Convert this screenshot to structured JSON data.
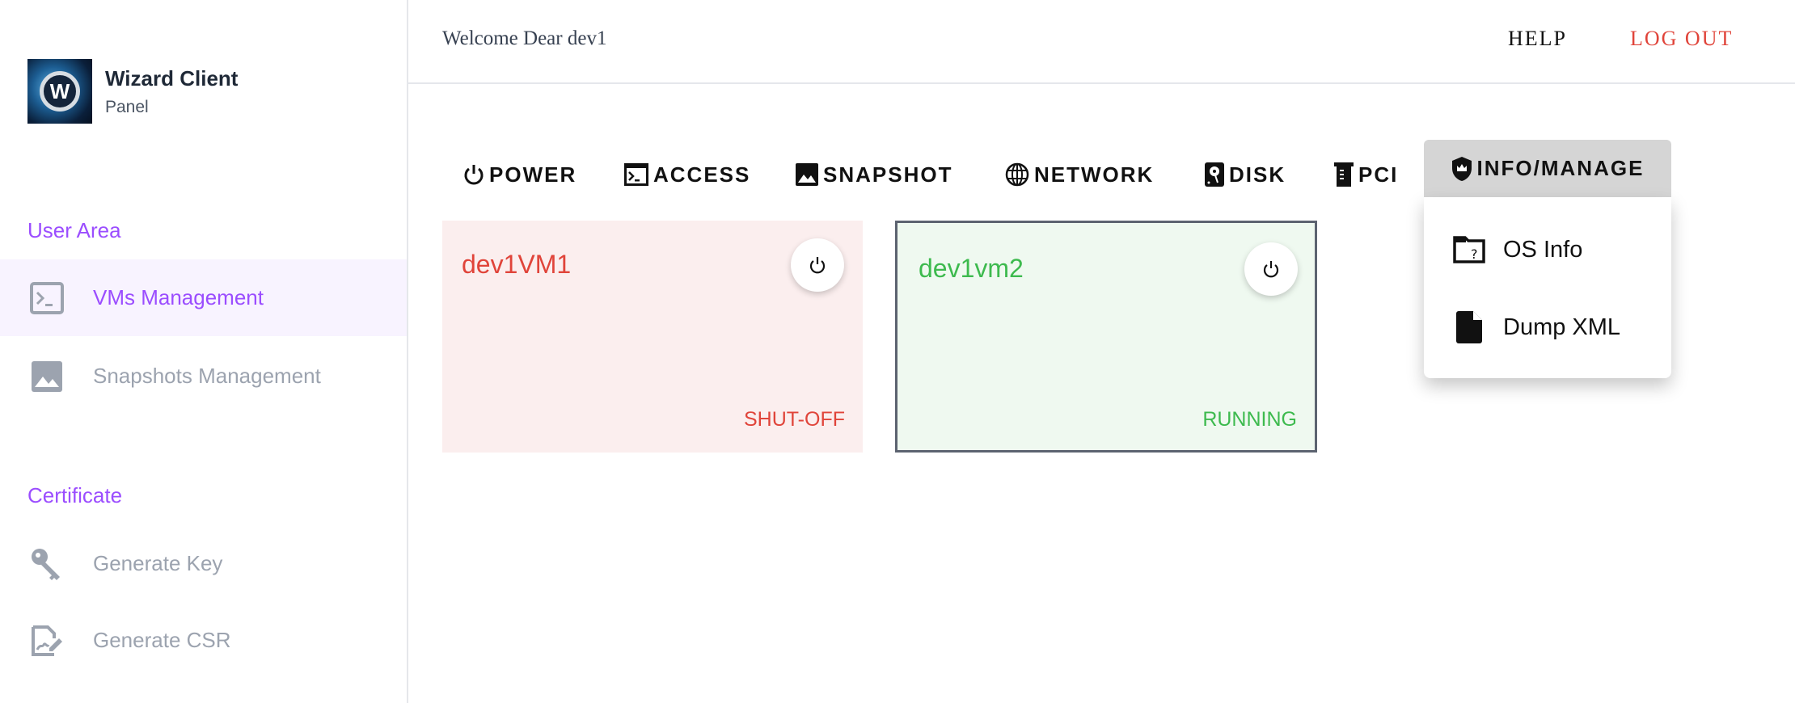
{
  "sidebar": {
    "brand_title": "Wizard Client",
    "brand_subtitle": "Panel",
    "sections": [
      {
        "title": "User Area",
        "items": [
          {
            "label": "VMs Management",
            "icon": "terminal-icon",
            "active": true
          },
          {
            "label": "Snapshots Management",
            "icon": "image-icon",
            "active": false
          }
        ]
      },
      {
        "title": "Certificate",
        "items": [
          {
            "label": "Generate Key",
            "icon": "key-icon",
            "active": false
          },
          {
            "label": "Generate CSR",
            "icon": "signature-icon",
            "active": false
          }
        ]
      }
    ]
  },
  "header": {
    "welcome": "Welcome Dear dev1",
    "help": "HELP",
    "logout": "LOG OUT"
  },
  "toolbar": {
    "items": [
      {
        "label": "POWER",
        "icon": "power-icon"
      },
      {
        "label": "ACCESS",
        "icon": "terminal-icon"
      },
      {
        "label": "SNAPSHOT",
        "icon": "image-icon"
      },
      {
        "label": "NETWORK",
        "icon": "globe-icon"
      },
      {
        "label": "DISK",
        "icon": "disk-icon"
      },
      {
        "label": "PCI",
        "icon": "pci-icon"
      },
      {
        "label": "INFO/MANAGE",
        "icon": "shield-crown-icon",
        "active": true
      }
    ]
  },
  "dropdown": {
    "items": [
      {
        "label": "OS Info",
        "icon": "folder-question-icon"
      },
      {
        "label": "Dump XML",
        "icon": "file-icon"
      }
    ]
  },
  "vms": [
    {
      "name": "dev1VM1",
      "status": "SHUT-OFF",
      "color": "#e0443a",
      "bg": "#fbeeee",
      "selected": false
    },
    {
      "name": "dev1vm2",
      "status": "RUNNING",
      "color": "#3dba4e",
      "bg": "#eff9f0",
      "selected": true
    }
  ],
  "colors": {
    "accent": "#9b4dff",
    "logout": "#e0443a"
  }
}
